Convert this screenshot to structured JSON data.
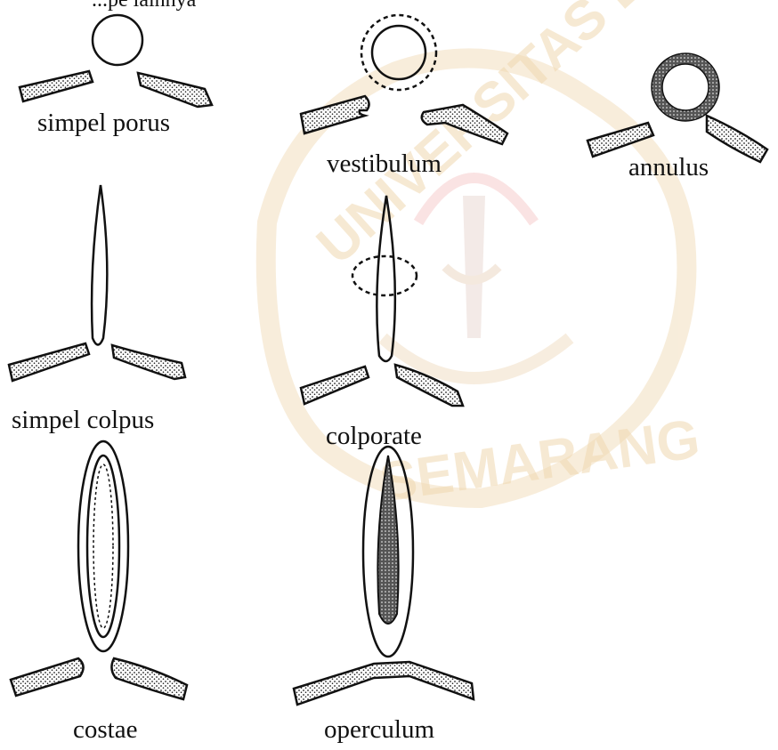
{
  "header_fragment": "...pe lainnya",
  "watermark": {
    "top_text": "UNIVERSITAS DIPONEGORO",
    "bottom_text": "SEMARANG",
    "color": "#f0d8b0"
  },
  "labels": {
    "simpel_porus": "simpel  porus",
    "vestibulum": "vestibulum",
    "annulus": "annulus",
    "simpel_colpus": "simpel  colpus",
    "colporate": "colporate",
    "costae": "costae",
    "operculum": "operculum"
  }
}
